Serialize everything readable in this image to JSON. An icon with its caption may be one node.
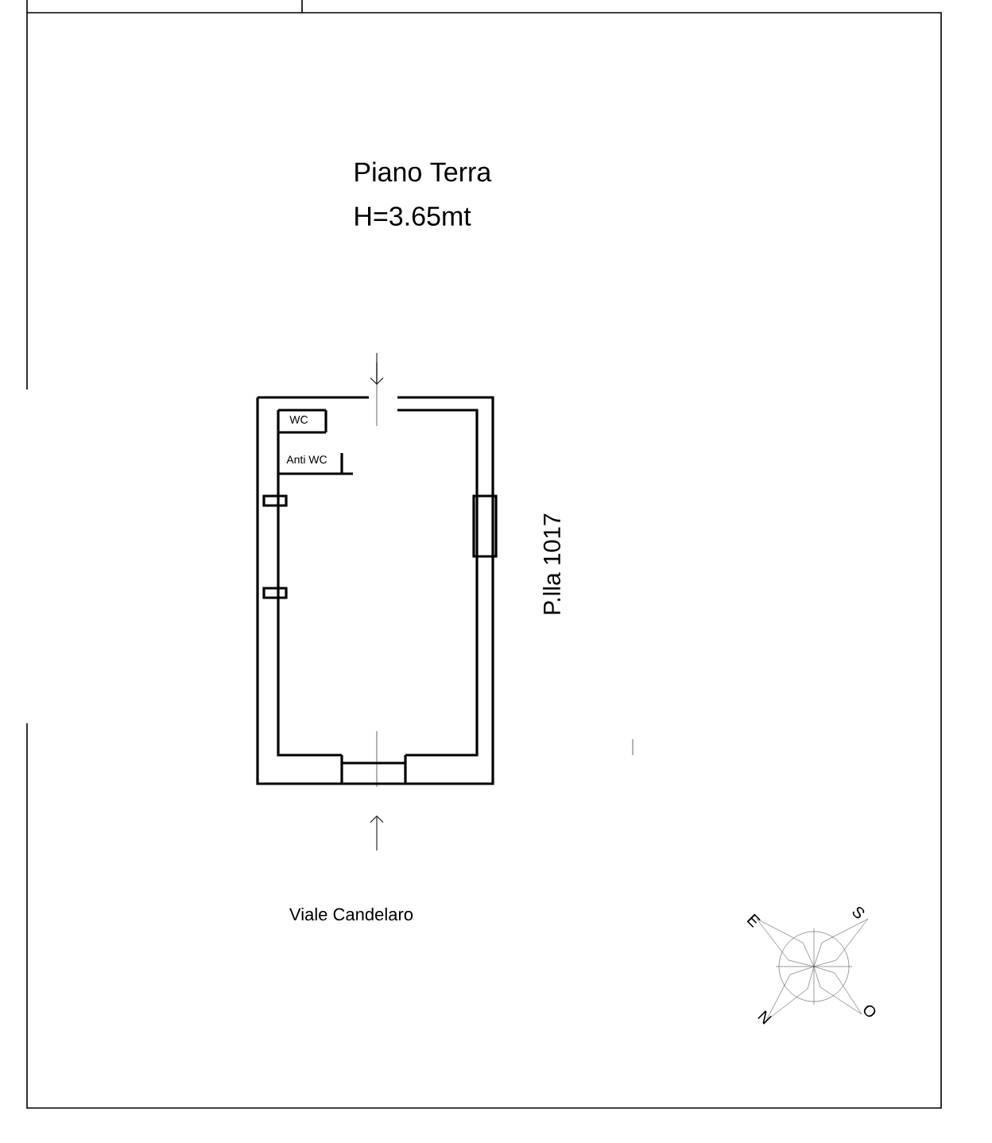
{
  "diagram": {
    "labels": [
      "Piano Terra",
      "H=3.65mt",
      "WC",
      "Anti WC",
      "P.lla 1017",
      "Viale Candelaro",
      "E",
      "S",
      "N",
      "O"
    ]
  }
}
